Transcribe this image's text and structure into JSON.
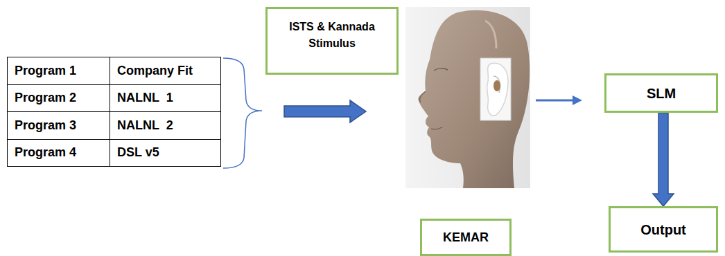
{
  "diagram": {
    "nodes": [
      {
        "text": [
          "ISTS & Kannada Stimulus"
        ]
      },
      {
        "text": [
          "KEMAR"
        ]
      },
      {
        "text": [
          "SLM"
        ]
      },
      {
        "text": [
          "Output"
        ]
      }
    ],
    "edges": [
      {
        "from": 2,
        "to": 3,
        "arrow": "to"
      }
    ],
    "labels": [
      "Program 1",
      "Company Fit",
      "Program 2",
      "NALNL  1",
      "Program 3",
      "NALNL  2",
      "Program 4",
      "DSL v5"
    ]
  }
}
